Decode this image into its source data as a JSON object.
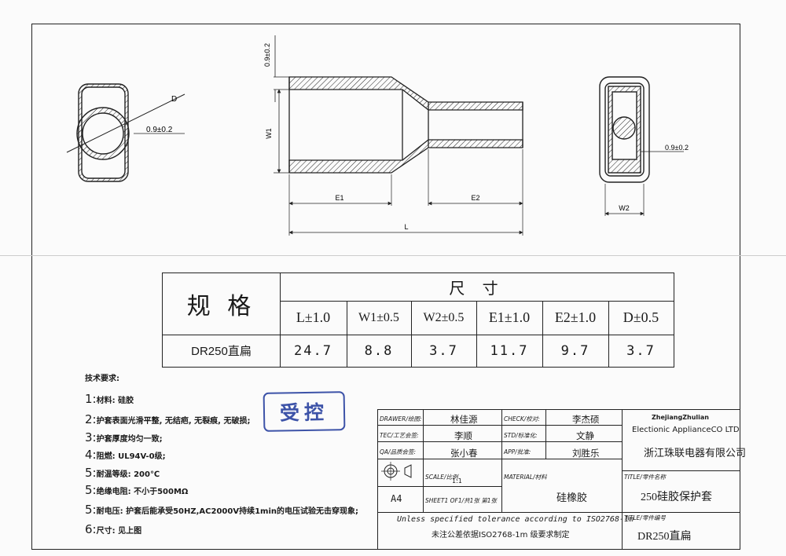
{
  "drawing": {
    "dims": {
      "t": "0.9±0.2",
      "t_side": "0.9±0.2",
      "t_end": "0.9±0.2",
      "d": "D",
      "w1": "W1",
      "e1": "E1",
      "e2": "E2",
      "l": "L",
      "w2": "W2"
    }
  },
  "spec_table": {
    "title": "规 格",
    "size_header": "尺 寸",
    "columns": [
      "L±1.0",
      "W1±0.5",
      "W2±0.5",
      "E1±1.0",
      "E2±1.0",
      "D±0.5"
    ],
    "model": "DR250直扁",
    "values": [
      "24.7",
      "8.8",
      "3.7",
      "11.7",
      "9.7",
      "3.7"
    ]
  },
  "tech_notes": {
    "title": "技术要求:",
    "items": [
      {
        "num": "1:",
        "text": "材料: 硅胶"
      },
      {
        "num": "2:",
        "text": "护套表面光滑平整, 无结疤, 无裂痕, 无破损;"
      },
      {
        "num": "3:",
        "text": "护套厚度均匀一致;"
      },
      {
        "num": "4:",
        "text": "阻燃: UL94V-0级;"
      },
      {
        "num": "5:",
        "text": "耐温等级: 200℃"
      },
      {
        "num": "5:",
        "text": "绝缘电阻: 不小于500MΩ"
      },
      {
        "num": "5:",
        "text": "耐电压: 护套后能承受50HZ,AC2000V持续1min的电压试验无击穿现象;"
      },
      {
        "num": "6:",
        "text": "尺寸: 见上图"
      }
    ]
  },
  "stamp": "受控",
  "title_block": {
    "drawer_label": "DRAWER/绘图:",
    "drawer": "林佳源",
    "check_label": "CHECK/校对:",
    "check": "李杰硕",
    "tec_label": "TEC/工艺会签:",
    "tec": "李顺",
    "std_label": "STD/标准化:",
    "std": "文静",
    "qa_label": "QA/品质会签:",
    "qa": "张小春",
    "app_label": "APP/批准:",
    "app": "刘胜乐",
    "company_en_1": "ZhejiangZhulian",
    "company_en_2": "Electionic ApplianceCO LTD",
    "company_cn": "浙江珠联电器有限公司",
    "scale_label": "SCALE/比例",
    "scale": "1:1",
    "material_label": "MATERIAL/材料",
    "material": "硅橡胶",
    "title_label": "TITLE/零件名称",
    "title": "250硅胶保护套",
    "paper": "A4",
    "sheet": "SHEET1 OF1/共1张 第1张",
    "tolerance_en": "Unless specified tolerance according to ISO2768-1m",
    "tolerance_cn": "未注公差依据ISO2768-1m 级要求制定",
    "part_no_label": "TITLE/零件编号",
    "part_no": "DR250直扁"
  }
}
